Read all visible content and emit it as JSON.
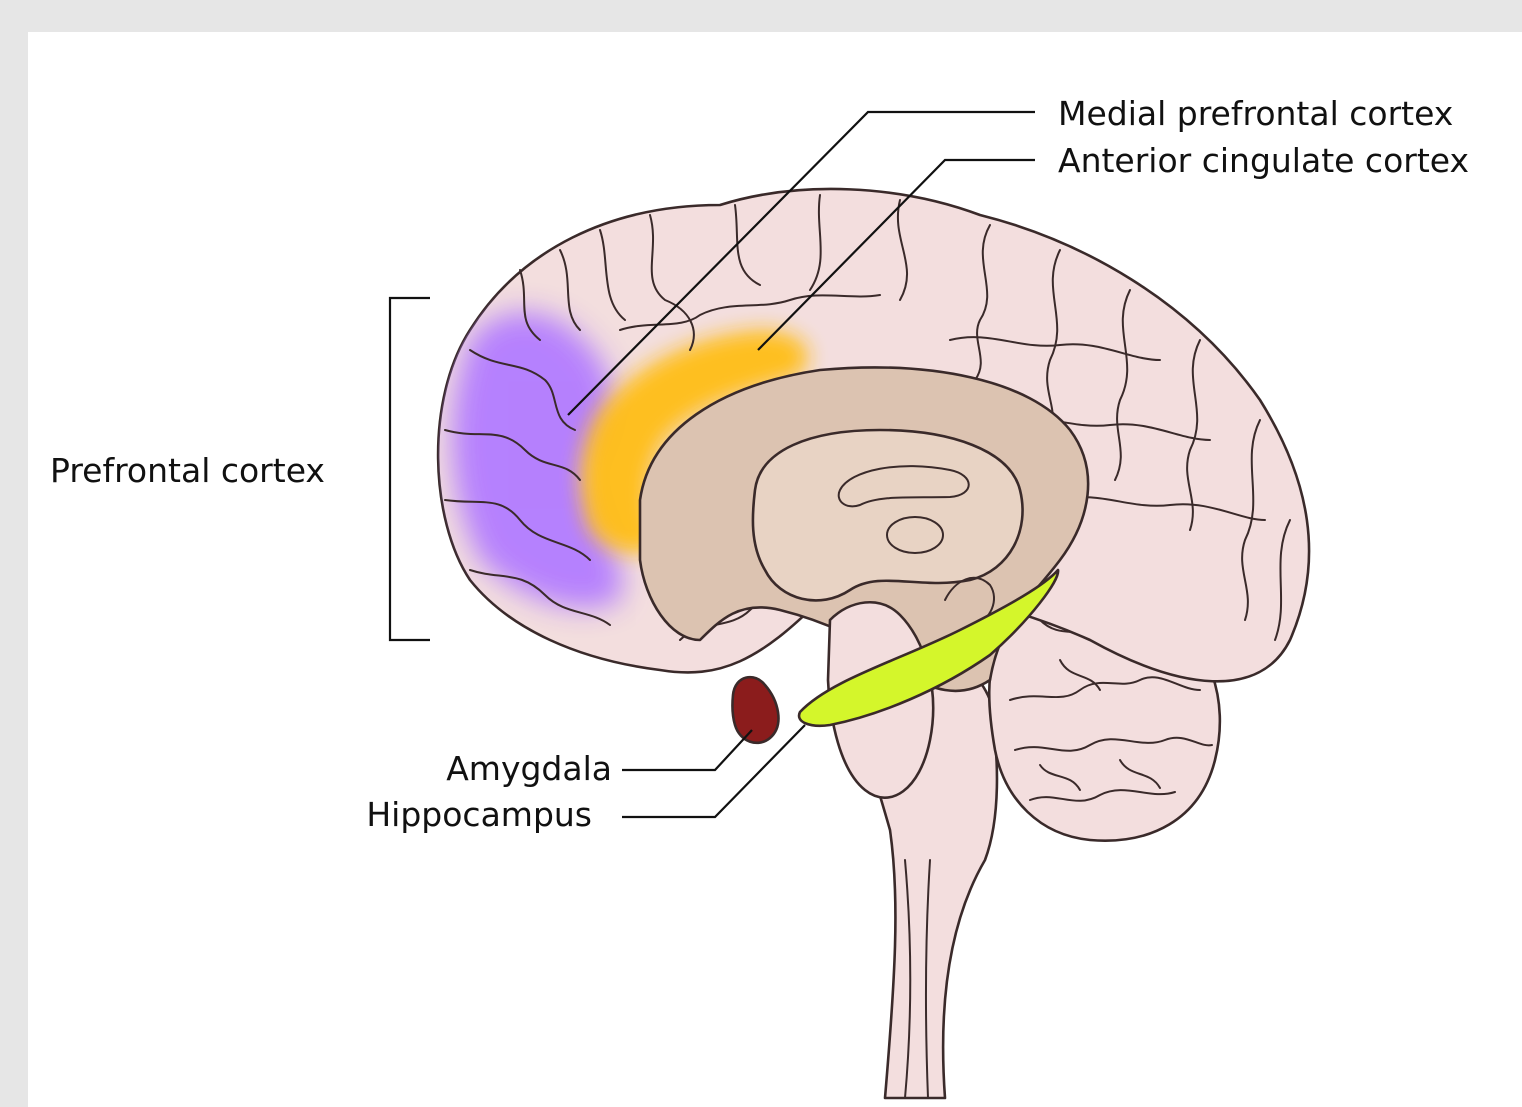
{
  "labels": {
    "medial_prefrontal_cortex": "Medial prefrontal cortex",
    "anterior_cingulate_cortex": "Anterior cingulate cortex",
    "prefrontal_cortex": "Prefrontal cortex",
    "amygdala": "Amygdala",
    "hippocampus": "Hippocampus"
  },
  "colors": {
    "background": "#e6e6e6",
    "panel": "#ffffff",
    "cortex": "#f3dede",
    "inner_brain": "#dcc3b1",
    "medial_prefrontal_highlight": "#b27cff",
    "anterior_cingulate_highlight": "#ffbe17",
    "amygdala": "#8b1c1c",
    "hippocampus": "#d4f62b",
    "outline": "#3a2a2a"
  }
}
